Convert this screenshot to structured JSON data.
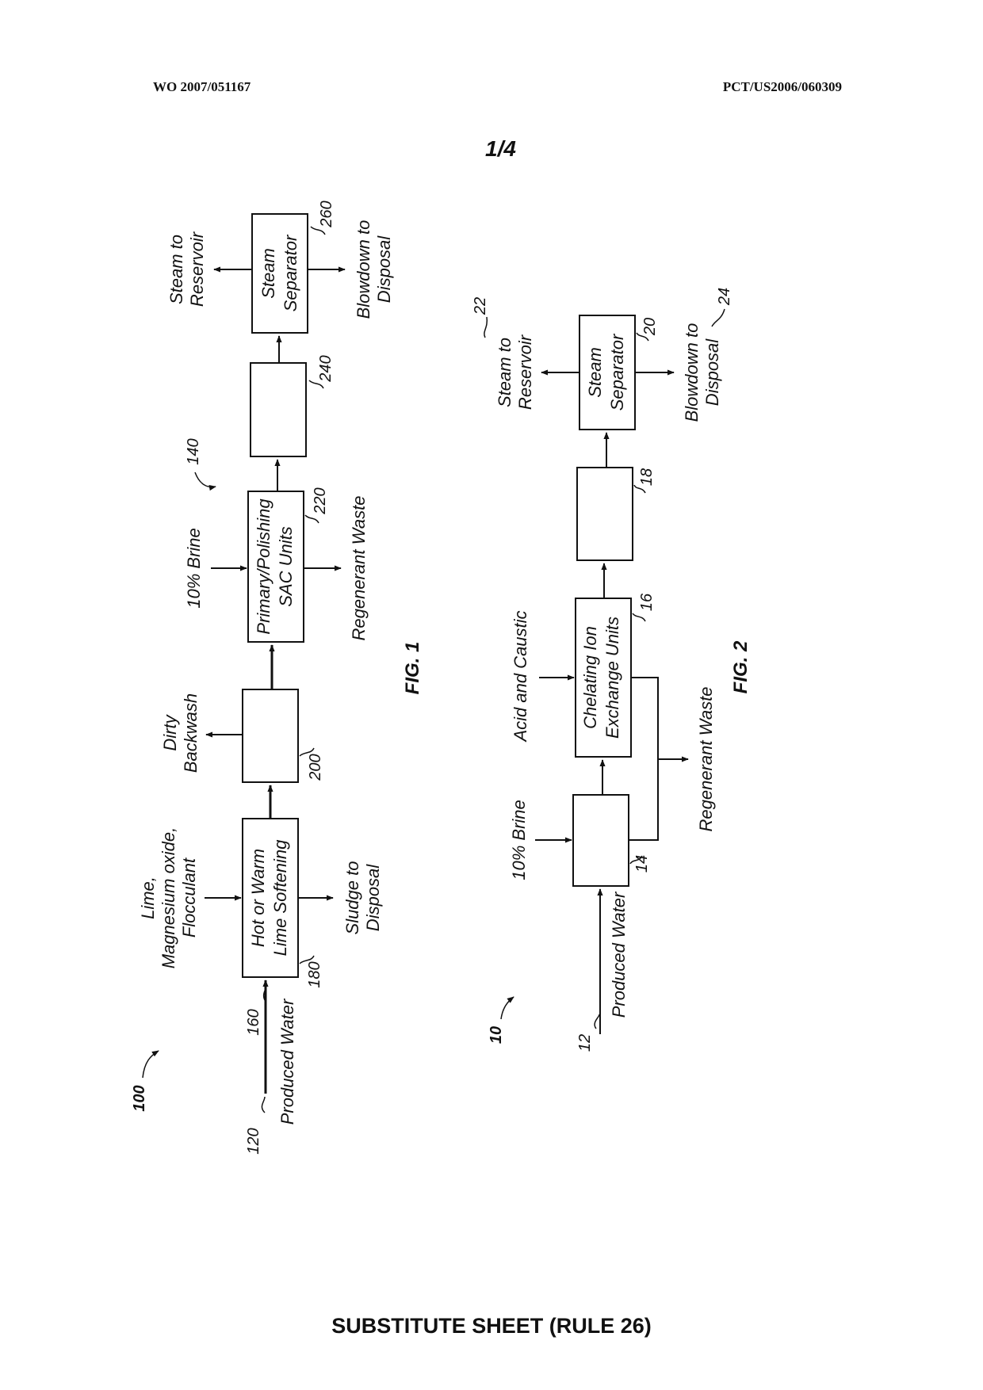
{
  "header": {
    "publication_number": "WO 2007/051167",
    "application_number": "PCT/US2006/060309"
  },
  "sheet_number": "1/4",
  "footer": "SUBSTITUTE SHEET (RULE 26)",
  "fig1": {
    "caption": "FIG. 1",
    "system_ref": "100",
    "produced_water": "Produced Water",
    "ref_120": "120",
    "ref_160": "160",
    "softener": {
      "line1": "Hot or Warm",
      "line2": "Lime Softening",
      "ref": "180"
    },
    "chemicals": {
      "line1": "Lime,",
      "line2": "Magnesium oxide,",
      "line3": "Flocculant"
    },
    "sludge": {
      "line1": "Sludge to",
      "line2": "Disposal"
    },
    "filter": {
      "ref": "200"
    },
    "backwash": {
      "line1": "Dirty",
      "line2": "Backwash"
    },
    "sac": {
      "line1": "Primary/Polishing",
      "line2": "SAC Units",
      "ref": "220"
    },
    "brine": "10% Brine",
    "regen_waste": "Regenerant Waste",
    "group_ref": "140",
    "generator": {
      "ref": "240"
    },
    "separator": {
      "line1": "Steam",
      "line2": "Separator",
      "ref": "260"
    },
    "steam_out": {
      "line1": "Steam to",
      "line2": "Reservoir"
    },
    "blowdown": {
      "line1": "Blowdown to",
      "line2": "Disposal"
    }
  },
  "fig2": {
    "caption": "FIG. 2",
    "system_ref": "10",
    "produced_water": "Produced Water",
    "ref_12": "12",
    "softener": {
      "ref": "14"
    },
    "brine": "10% Brine",
    "chelating": {
      "line1": "Chelating Ion",
      "line2": "Exchange Units",
      "ref": "16"
    },
    "acid": "Acid and Caustic",
    "regen_waste": "Regenerant Waste",
    "generator": {
      "ref": "18"
    },
    "separator": {
      "line1": "Steam",
      "line2": "Separator",
      "ref": "20"
    },
    "steam_out": {
      "line1": "Steam to",
      "line2": "Reservoir",
      "ref": "22"
    },
    "blowdown": {
      "line1": "Blowdown to",
      "line2": "Disposal",
      "ref": "24"
    }
  }
}
